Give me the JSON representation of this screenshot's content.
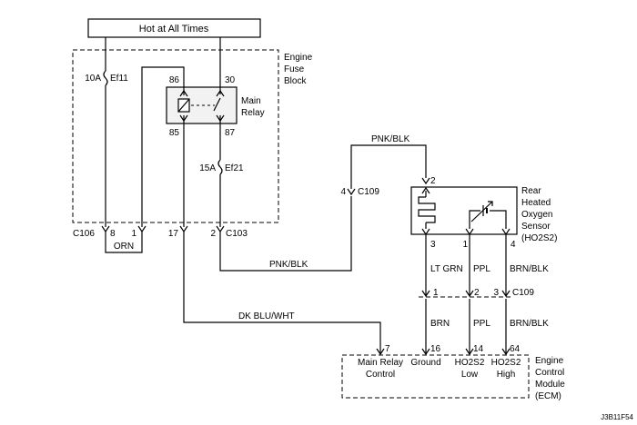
{
  "power": {
    "hot_label": "Hot at All Times"
  },
  "fuse_block": {
    "title_line1": "Engine",
    "title_line2": "Fuse",
    "title_line3": "Block",
    "fuse1_rating": "10A",
    "fuse1_id": "Ef11",
    "fuse2_rating": "15A",
    "fuse2_id": "Ef21",
    "relay_line1": "Main",
    "relay_line2": "Relay",
    "pin86": "86",
    "pin30": "30",
    "pin85": "85",
    "pin87": "87"
  },
  "connectors": {
    "c106": "C106",
    "c106_pin8": "8",
    "c106_pin1": "1",
    "pin17": "17",
    "c103_pin2": "2",
    "c103": "C103",
    "orn_label": "ORN",
    "c109_a": "C109",
    "c109_a_pin": "4",
    "c109_b": "C109",
    "c109_b_pin1": "1",
    "c109_b_pin2": "2",
    "c109_b_pin3": "3"
  },
  "wires": {
    "pnk_blk_top": "PNK/BLK",
    "pnk_blk_bottom": "PNK/BLK",
    "dk_blu_wht": "DK BLU/WHT",
    "lt_grn": "LT GRN",
    "ppl_top": "PPL",
    "brn_blk_top": "BRN/BLK",
    "brn": "BRN",
    "ppl_bottom": "PPL",
    "brn_blk_bottom": "BRN/BLK"
  },
  "sensor": {
    "line1": "Rear",
    "line2": "Heated",
    "line3": "Oxygen",
    "line4": "Sensor",
    "line5": "(HO2S2)",
    "pin_top": "2",
    "pin3": "3",
    "pin1": "1",
    "pin4": "4"
  },
  "ecm": {
    "title_line1": "Engine",
    "title_line2": "Control",
    "title_line3": "Module",
    "title_line4": "(ECM)",
    "pin7": "7",
    "pin16": "16",
    "pin14": "14",
    "pin64": "64",
    "term7_line1": "Main Relay",
    "term7_line2": "Control",
    "term16": "Ground",
    "term14_line1": "HO2S2",
    "term14_line2": "Low",
    "term64_line1": "HO2S2",
    "term64_line2": "High"
  },
  "figure_id": "J3B11F54"
}
